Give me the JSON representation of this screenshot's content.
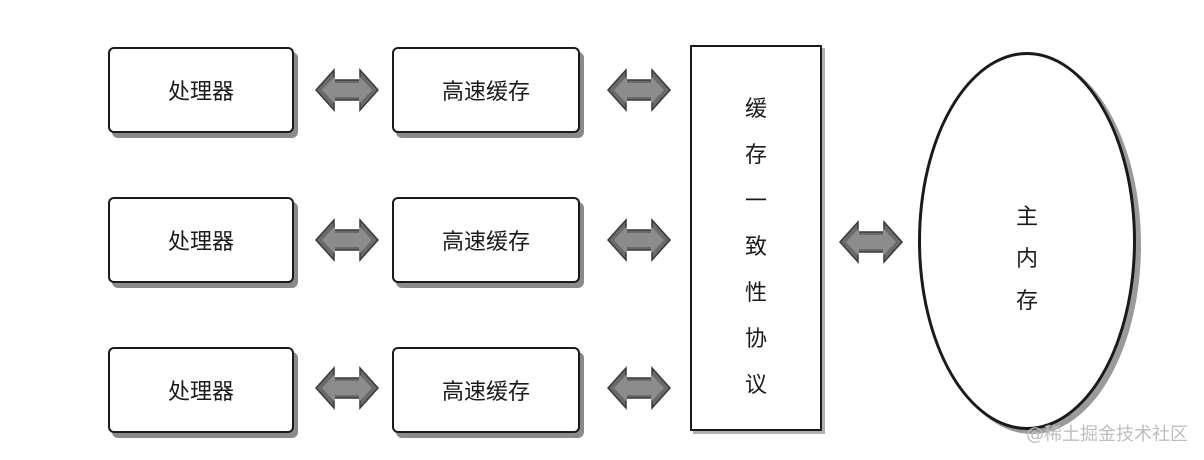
{
  "processors": [
    {
      "label": "处理器"
    },
    {
      "label": "处理器"
    },
    {
      "label": "处理器"
    }
  ],
  "caches": [
    {
      "label": "高速缓存"
    },
    {
      "label": "高速缓存"
    },
    {
      "label": "高速缓存"
    }
  ],
  "protocol": {
    "chars": [
      "缓",
      "存",
      "一",
      "致",
      "性",
      "协",
      "议"
    ]
  },
  "main_memory": {
    "chars": [
      "主",
      "内",
      "存"
    ]
  },
  "watermark": "@稀土掘金技术社区"
}
